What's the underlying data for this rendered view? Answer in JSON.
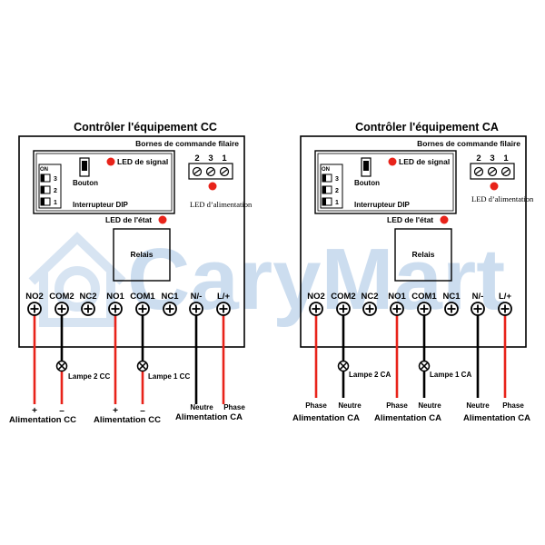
{
  "watermark": "CaryMart",
  "colors": {
    "red_wire": "#e8231a",
    "black_wire": "#000000",
    "led": "#e8231a",
    "watermark": "#8fb4dc"
  },
  "panels": [
    {
      "title": "Contrôler l'équipement CC",
      "wired_terminals_label": "Bornes de commande filaire",
      "signal_led_label": "LED de signal",
      "button_label": "Bouton",
      "dip_label": "Interrupteur DIP",
      "dip_on": "ON",
      "dip_numbers": [
        "3",
        "2",
        "1"
      ],
      "power_led_label": "LED d’alimentation",
      "status_led_label": "LED de l'état",
      "relay_label": "Relais",
      "terminal_numbers": [
        "2",
        "3",
        "1"
      ],
      "terminals": [
        "NO2",
        "COM2",
        "NC2",
        "NO1",
        "COM1",
        "NC1",
        "N/-",
        "L/+"
      ],
      "lamps": [
        "Lampe 2 CC",
        "Lampe 1 CC"
      ],
      "wire_ends": [
        "+",
        "–",
        "+",
        "–",
        "Neutre",
        "Phase"
      ],
      "supplies": [
        "Alimentation CC",
        "Alimentation CC",
        "Alimentation CA"
      ]
    },
    {
      "title": "Contrôler l'équipement CA",
      "wired_terminals_label": "Bornes de commande filaire",
      "signal_led_label": "LED de signal",
      "button_label": "Bouton",
      "dip_label": "Interrupteur DIP",
      "dip_on": "ON",
      "dip_numbers": [
        "3",
        "2",
        "1"
      ],
      "power_led_label": "LED d’alimentation",
      "status_led_label": "LED de l'état",
      "relay_label": "Relais",
      "terminal_numbers": [
        "2",
        "3",
        "1"
      ],
      "terminals": [
        "NO2",
        "COM2",
        "NC2",
        "NO1",
        "COM1",
        "NC1",
        "N/-",
        "L/+"
      ],
      "lamps": [
        "Lampe 2 CA",
        "Lampe 1 CA"
      ],
      "wire_ends": [
        "Phase",
        "Neutre",
        "Phase",
        "Neutre",
        "Neutre",
        "Phase"
      ],
      "supplies": [
        "Alimentation CA",
        "Alimentation CA",
        "Alimentation CA"
      ]
    }
  ]
}
